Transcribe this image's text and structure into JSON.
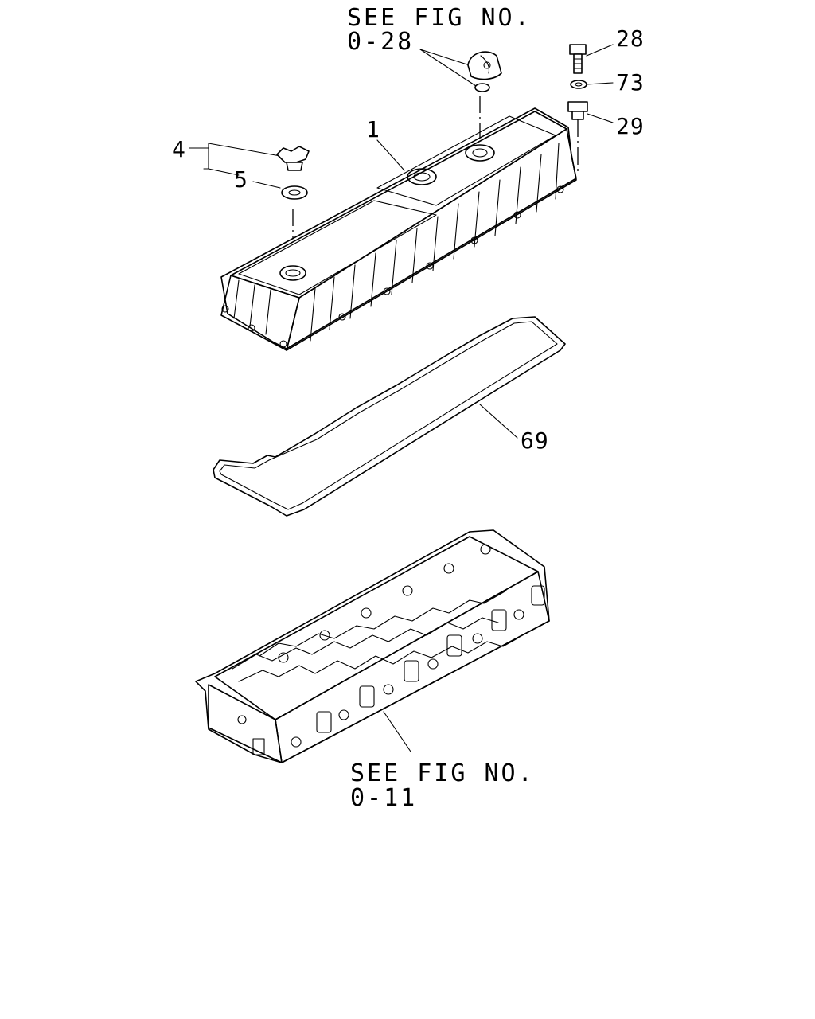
{
  "references": {
    "top": {
      "line1": "SEE FIG NO.",
      "line2": "0-28"
    },
    "bottom": {
      "line1": "SEE FIG NO.",
      "line2": "0-11"
    }
  },
  "callouts": {
    "part_1": "1",
    "part_4": "4",
    "part_5": "5",
    "part_28": "28",
    "part_73": "73",
    "part_29": "29",
    "part_69": "69"
  }
}
